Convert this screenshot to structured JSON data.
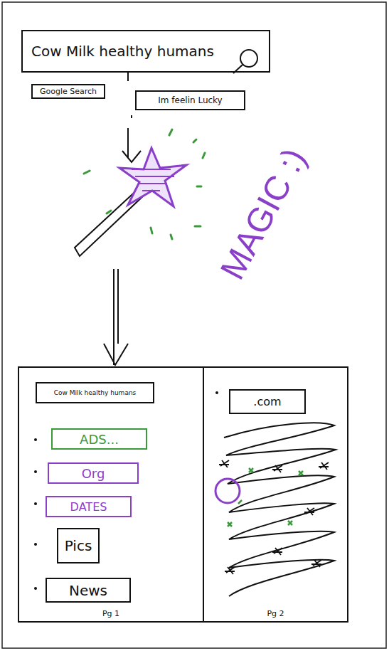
{
  "diagram": {
    "nodes": [
      {
        "text": [
          "Cow Milk healthy humans"
        ]
      },
      {
        "text": [
          "Google Search"
        ]
      },
      {
        "text": [
          "Im feelin Lucky"
        ]
      },
      {
        "text": [
          "Pg 1"
        ]
      },
      {
        "text": [
          "Cow Milk healthy humans"
        ],
        "in": 3
      },
      {
        "text": [
          "ADS..."
        ],
        "in": 3
      },
      {
        "text": [
          "Org"
        ],
        "in": 3
      },
      {
        "text": [
          "DATES"
        ],
        "in": 3
      },
      {
        "text": [
          "Pics"
        ],
        "in": 3
      },
      {
        "text": [
          "News"
        ],
        "in": 3
      },
      {
        "text": [
          "Pg 2"
        ]
      },
      {
        "text": [
          ".com"
        ],
        "in": 10
      }
    ],
    "edges": [
      {
        "from": 0,
        "to": 3,
        "arrow": "to"
      }
    ],
    "labels": [
      "MAGIC :)"
    ]
  }
}
